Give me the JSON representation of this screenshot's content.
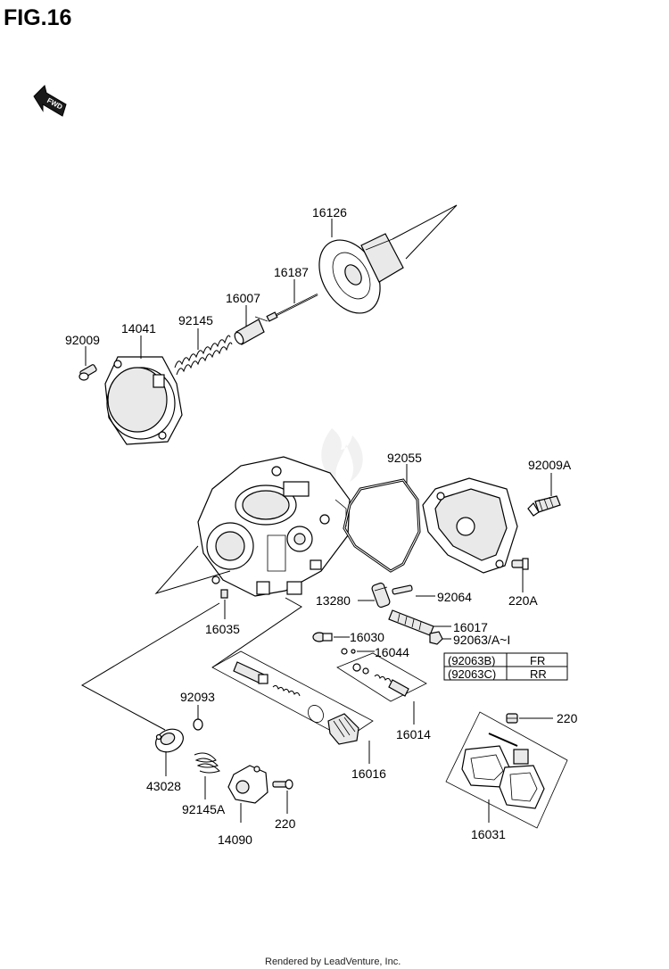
{
  "figure_title": "FIG.16",
  "fwd_label": "FWD",
  "footer": "Rendered by LeadVenture, Inc.",
  "callouts": {
    "c16126": "16126",
    "c16187": "16187",
    "c16007": "16007",
    "c92145": "92145",
    "c14041": "14041",
    "c92009": "92009",
    "c92055": "92055",
    "c92009A": "92009A",
    "c220A": "220A",
    "c13280": "13280",
    "c92064": "92064",
    "c16017": "16017",
    "c92063": "92063/A~I",
    "c16035": "16035",
    "c16030": "16030",
    "c16044": "16044",
    "c16014": "16014",
    "c16016": "16016",
    "c92093": "92093",
    "c43028": "43028",
    "c92145A": "92145A",
    "c14090": "14090",
    "c220_right": "220",
    "c220_bottom": "220",
    "c16031": "16031"
  },
  "variant_table": [
    {
      "code": "(92063B)",
      "position": "FR"
    },
    {
      "code": "(92063C)",
      "position": "RR"
    }
  ]
}
